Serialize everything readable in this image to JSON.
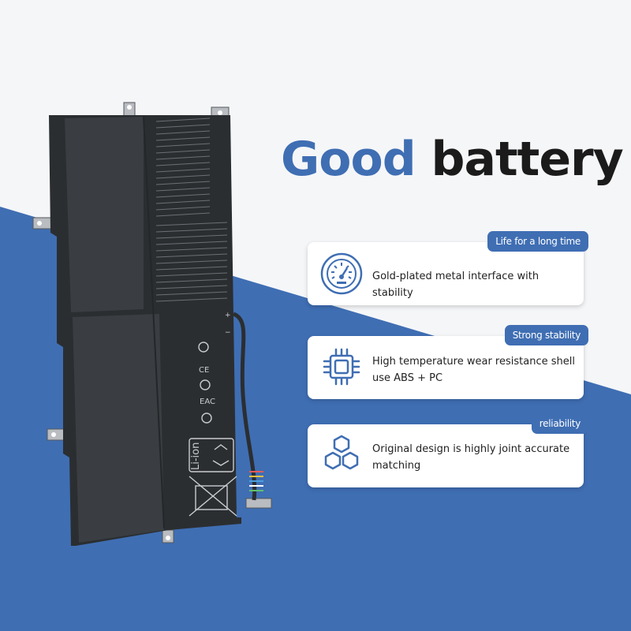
{
  "headline": {
    "word_accent": "Good",
    "word_main": "battery"
  },
  "features": [
    {
      "tag": "Life for a long time",
      "icon": "gauge-icon",
      "text": "Gold-plated metal interface with stability"
    },
    {
      "tag": "Strong stability",
      "icon": "chip-icon",
      "text": "High temperature wear resistance shell use ABS + PC"
    },
    {
      "tag": "reliability",
      "icon": "hexagon-cluster-icon",
      "text": "Original design is highly joint accurate matching"
    }
  ],
  "battery": {
    "label_chemistry": "Li-ion"
  },
  "colors": {
    "accent": "#3f6eb3",
    "text_dark": "#1b1b1b",
    "background": "#f5f6f8",
    "battery_body": "#2b2e31"
  }
}
